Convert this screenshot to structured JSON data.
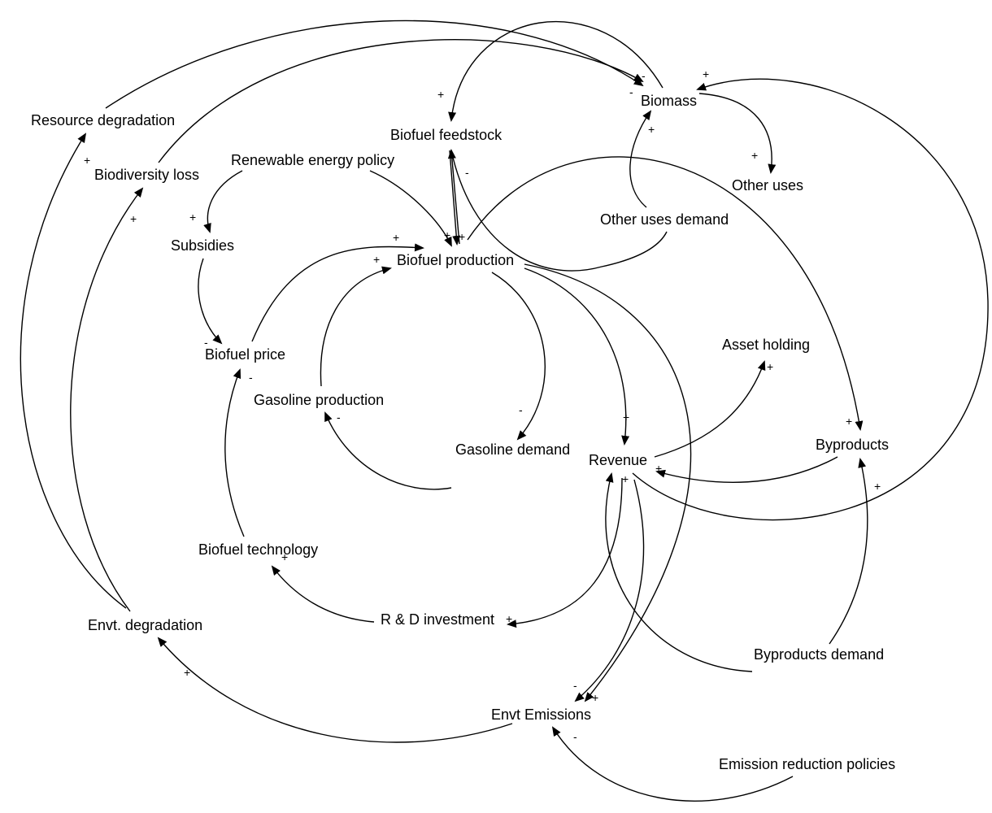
{
  "nodes": {
    "resource_degradation": "Resource degradation",
    "biodiversity_loss": "Biodiversity loss",
    "renewable_energy_policy": "Renewable energy policy",
    "subsidies": "Subsidies",
    "biofuel_price": "Biofuel price",
    "gasoline_production": "Gasoline production",
    "gasoline_demand": "Gasoline demand",
    "biofuel_feedstock": "Biofuel feedstock",
    "biofuel_production": "Biofuel production",
    "biomass": "Biomass",
    "other_uses": "Other uses",
    "other_uses_demand": "Other uses demand",
    "asset_holding": "Asset holding",
    "byproducts": "Byproducts",
    "revenue": "Revenue",
    "biofuel_technology": "Biofuel technology",
    "rd_investment": "R & D investment",
    "envt_degradation": "Envt. degradation",
    "byproducts_demand": "Byproducts demand",
    "envt_emissions": "Envt Emissions",
    "emission_reduction_policies": "Emission reduction policies"
  },
  "signs": {
    "s_biomass_a": "-",
    "s_biomass_b": "-",
    "s_biomass_c": "+",
    "s_biomass_d": "+",
    "s_feedstock_top": "+",
    "s_feedstock_side": "-",
    "s_other_uses": "+",
    "s_resource": "+",
    "s_biodiv": "+",
    "s_subsidies": "+",
    "s_prod_a": "+",
    "s_prod_b": "+",
    "s_prod_c": "+",
    "s_prod_d": "+",
    "s_price_a": "-",
    "s_price_b": "-",
    "s_gasprod": "-",
    "s_gasdemand": "-",
    "s_asset": "+",
    "s_byprod_a": "+",
    "s_byprod_b": "+",
    "s_revenue_a": "+",
    "s_revenue_b": "+",
    "s_revenue_c": "+",
    "s_tech": "+",
    "s_rd": "+",
    "s_envt_deg": "+",
    "s_emis_a": "-",
    "s_emis_b": "+",
    "s_emis_c": "-"
  }
}
